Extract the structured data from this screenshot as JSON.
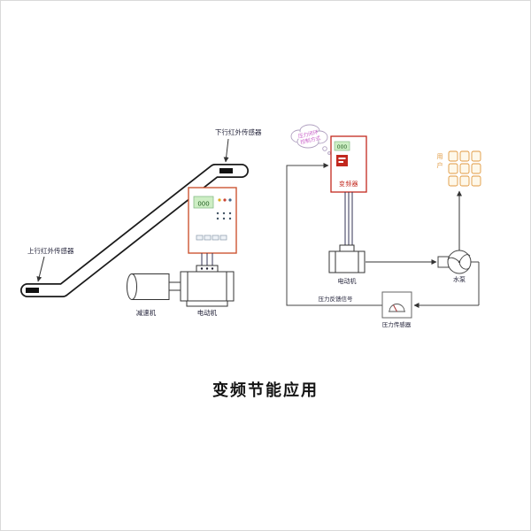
{
  "title": "变频节能应用",
  "escalator": {
    "sensor_down": "下行红外传感器",
    "sensor_up": "上行红外传感器",
    "display": "000",
    "reducer": "减速机",
    "motor": "电动机"
  },
  "pump_system": {
    "cloud_line1": "压力闭环",
    "cloud_line2": "控制方式",
    "display": "000",
    "inverter": "变频器",
    "motor": "电动机",
    "pump": "水泵",
    "user_top": "用",
    "user_bottom": "户",
    "feedback": "压力反馈信号",
    "sensor": "压力传感器"
  },
  "colors": {
    "inverter_border": "#cc5533",
    "inverter_accent_red": "#c2281e",
    "display_green": "#cdeec4",
    "user_orange": "#e09940",
    "cloud_text_pink": "#c85fc8",
    "line_dark": "#333333"
  }
}
